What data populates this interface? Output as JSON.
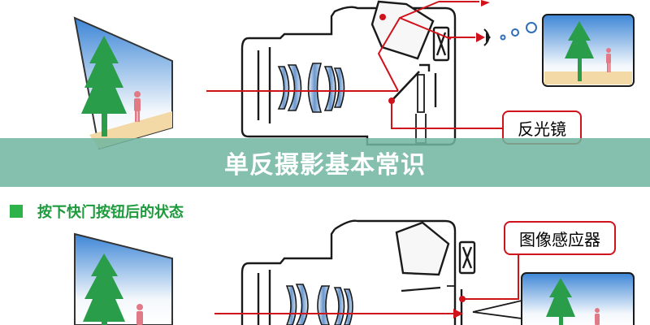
{
  "title": "单反摄影基本常识",
  "section_heading": "按下快门按钮后的状态",
  "labels": {
    "mirror": "反光镜",
    "image_sensor": "图像感应器"
  },
  "colors": {
    "light_path": "#d0121b",
    "camera_outline": "#1a1a1a",
    "title_band": "#70b6a0",
    "section_marker": "#2db34a",
    "lens_blue": "#5d8fc9",
    "sky": "#3d86d6",
    "ground": "#f2d9a6",
    "tree": "#2a9d4a"
  },
  "icons": [
    "eye-icon",
    "tree-icon",
    "person-icon"
  ]
}
